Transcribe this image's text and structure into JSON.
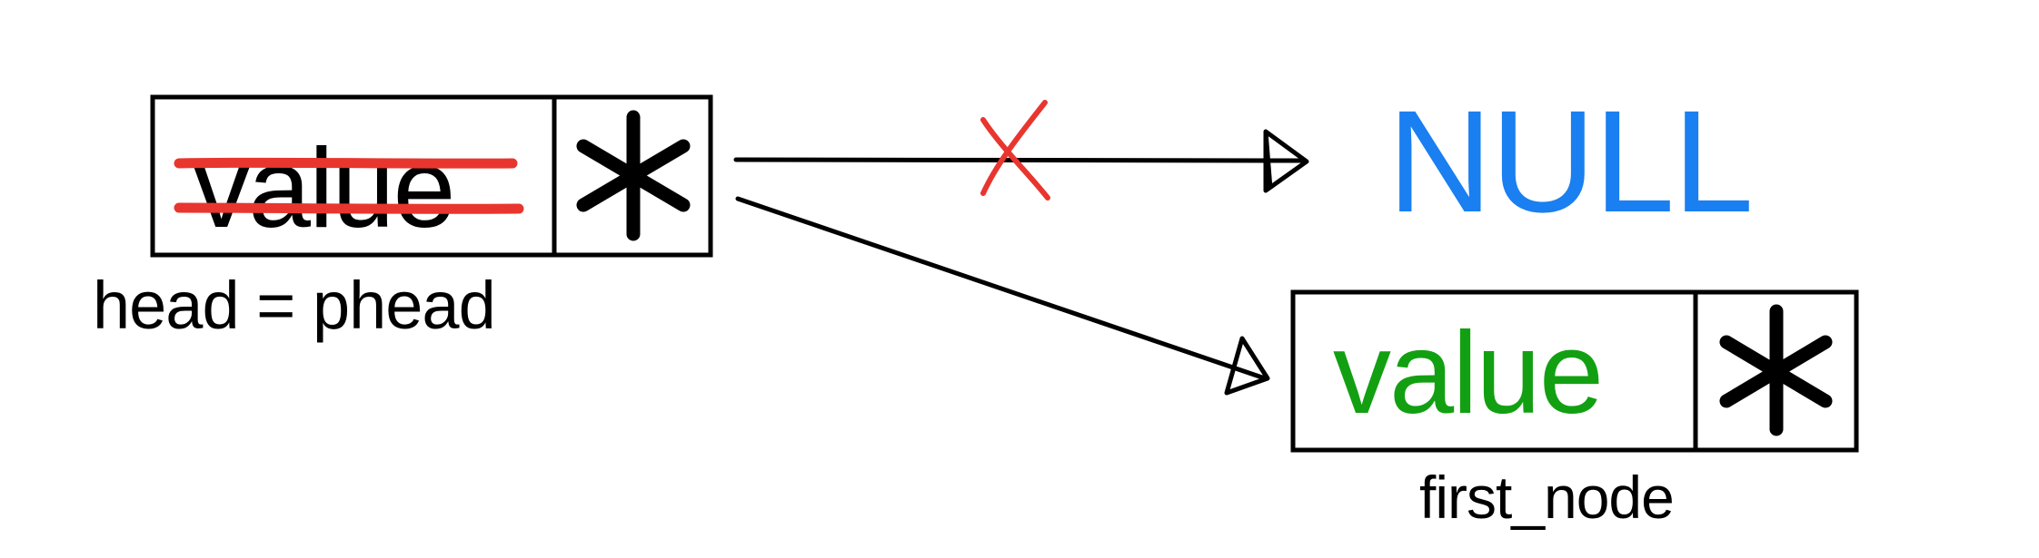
{
  "head_node": {
    "value_label": "value",
    "pointer_symbol": "*",
    "caption": "head = phead"
  },
  "null_target": {
    "label": "NULL"
  },
  "first_node": {
    "value_label": "value",
    "pointer_symbol": "*",
    "caption": "first_node"
  },
  "colors": {
    "ink": "#000000",
    "strike": "#e8362f",
    "null": "#1a7ff0",
    "first_value": "#12a012"
  }
}
